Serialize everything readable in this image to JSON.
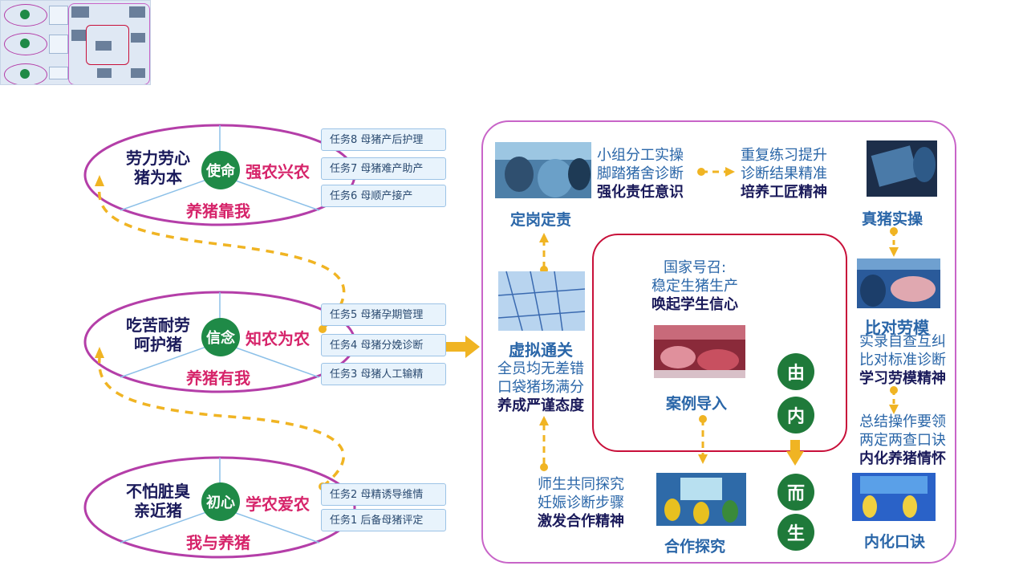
{
  "colors": {
    "accent": "#c864c8",
    "green": "#1f8a47",
    "pink": "#d6246a",
    "navy": "#1a1a5a",
    "blue": "#2a66a8",
    "arrow": "#f0b423",
    "red": "#c8103a"
  },
  "stages": [
    {
      "left": "劳力劳心\n猪为本",
      "center": "使命",
      "right": "强农兴农",
      "bottom": "养猪靠我"
    },
    {
      "left": "吃苦耐劳\n呵护猪",
      "center": "信念",
      "right": "知农为农",
      "bottom": "养猪有我"
    },
    {
      "left": "不怕脏臭\n亲近猪",
      "center": "初心",
      "right": "学农爱农",
      "bottom": "我与养猪"
    }
  ],
  "tasks": {
    "group1": [
      "任务8  母猪产后护理",
      "任务7  母猪难产助产",
      "任务6  母顺产接产"
    ],
    "group2": [
      "任务5  母猪孕期管理",
      "任务4  母猪分娩诊断",
      "任务3  母猪人工输精"
    ],
    "group3": [
      "任务2  母精诱导维情",
      "任务1  后备母猪评定"
    ]
  },
  "flow": {
    "dinggang": {
      "title": "定岗定责",
      "desc1": "小组分工实操",
      "desc2": "脚踏猪舍诊断",
      "desc3": "强化责任意识"
    },
    "middle_top": {
      "desc1": "重复练习提升",
      "desc2": "诊断结果精准",
      "desc3": "培养工匠精神"
    },
    "zhenzhu": {
      "title": "真猪实操"
    },
    "bidui": {
      "title": "比对劳模",
      "desc1": "实录自查互纠",
      "desc2": "比对标准诊断",
      "desc3": "学习劳模精神"
    },
    "neihua": {
      "desc1": "总结操作要领",
      "desc2": "两定两查口诀",
      "desc3": "内化养猪情怀",
      "title": "内化口诀"
    },
    "xuni": {
      "title": "虚拟通关",
      "desc1": "全员均无差错",
      "desc2": "口袋猪场满分",
      "desc3": "养成严谨态度"
    },
    "hezuo_left": {
      "desc1": "师生共同探究",
      "desc2": "妊娠诊断步骤",
      "desc3": "激发合作精神"
    },
    "hezuo": {
      "title": "合作探究"
    },
    "anli": {
      "line1": "国家号召:",
      "line2": "稳定生猪生产",
      "line3": "唤起学生信心",
      "title": "案例导入"
    }
  },
  "sequence": [
    "由",
    "内",
    "而",
    "生"
  ]
}
